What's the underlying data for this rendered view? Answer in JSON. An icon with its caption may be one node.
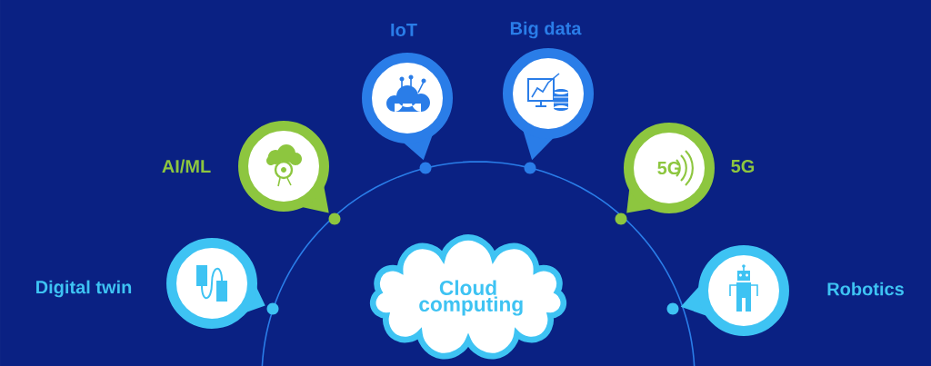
{
  "diagram": {
    "nodes": [
      {
        "text": [],
        "shape": "circle",
        "beside": [
          "Digital twin"
        ]
      },
      {
        "text": [],
        "shape": "circle",
        "beside": [
          "AI/ML"
        ]
      },
      {
        "text": [],
        "shape": "circle",
        "beside": [
          "IoT"
        ]
      },
      {
        "text": [],
        "shape": "circle",
        "beside": [
          "Big data"
        ]
      },
      {
        "text": [
          "5G"
        ],
        "beside": [
          "5G"
        ]
      },
      {
        "text": [],
        "shape": "circle",
        "beside": [
          "Robotics"
        ]
      },
      {
        "text": [
          "Cloud computing"
        ]
      }
    ]
  }
}
